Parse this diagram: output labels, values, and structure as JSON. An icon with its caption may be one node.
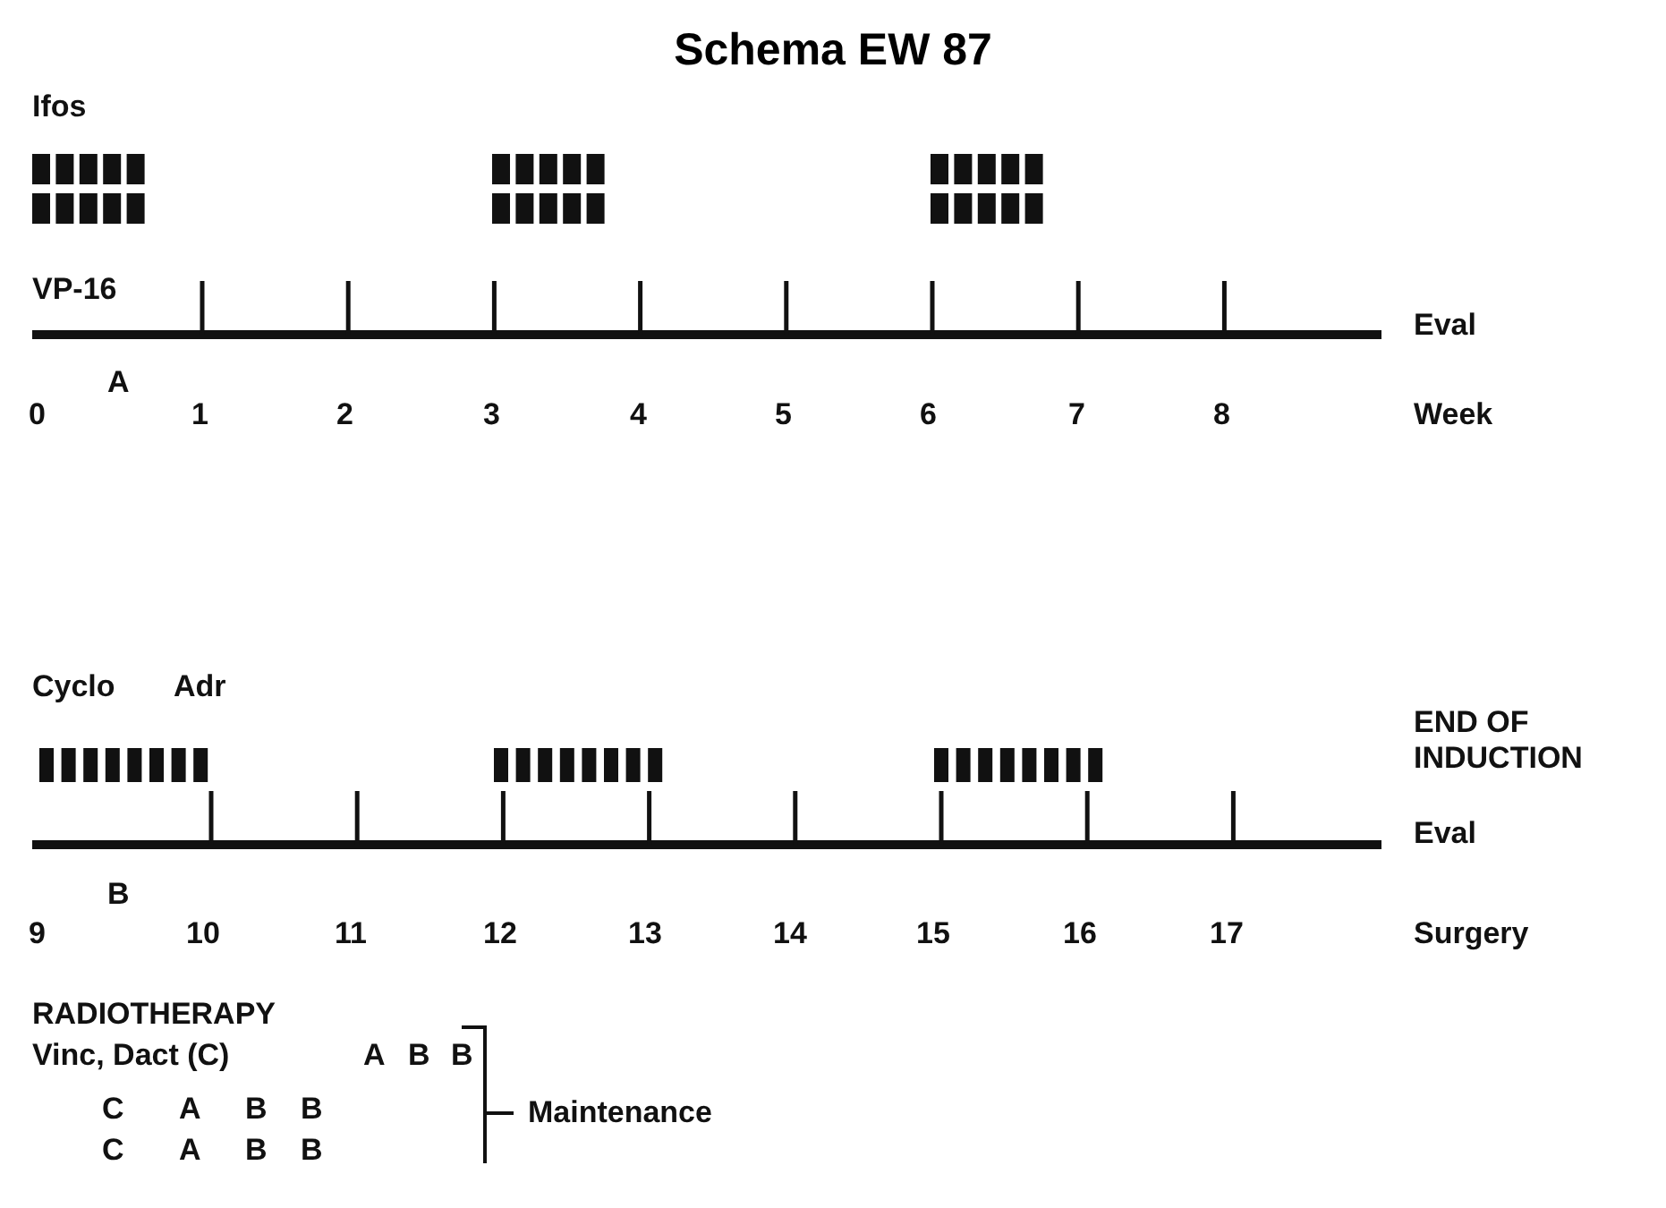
{
  "diagram": {
    "title": "Schema EW 87",
    "labels": [
      "Ifos",
      "VP-16",
      "Eval",
      "A",
      "0",
      "1",
      "2",
      "3",
      "4",
      "5",
      "6",
      "7",
      "8",
      "Week",
      "Cyclo",
      "Adr",
      "END OF INDUCTION",
      "Eval",
      "B",
      "9",
      "10",
      "11",
      "12",
      "13",
      "14",
      "15",
      "16",
      "17",
      "Surgery",
      "RADIOTHERAPY",
      "Vinc, Dact (C)",
      "A",
      "B",
      "B",
      "C",
      "A",
      "B",
      "B",
      "Maintenance",
      "C",
      "A",
      "B",
      "B"
    ]
  }
}
